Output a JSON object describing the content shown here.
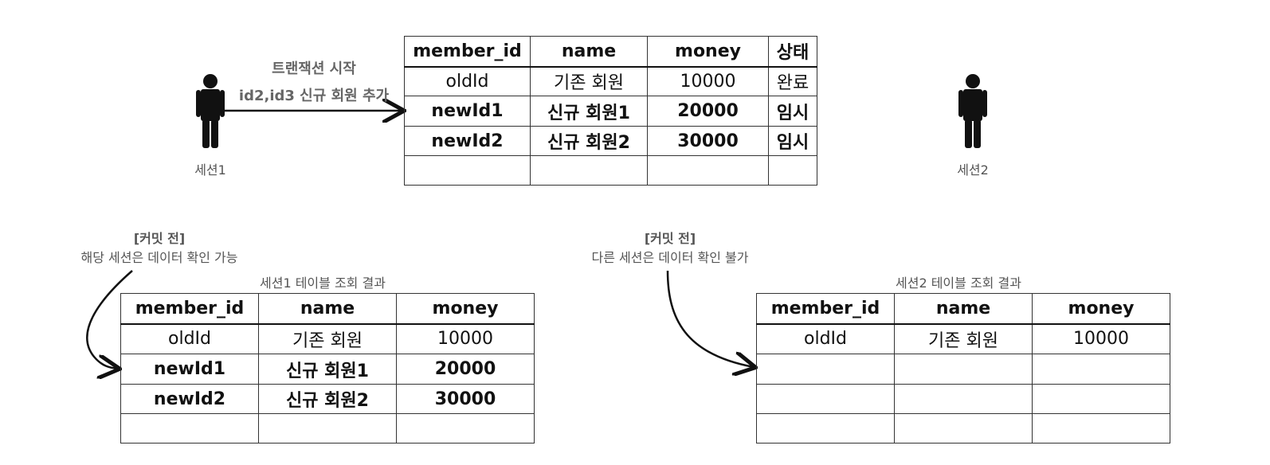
{
  "session1": {
    "label": "세션1",
    "action_line1": "트랜잭션 시작",
    "action_line2": "id2,id3 신규 회원 추가"
  },
  "session2": {
    "label": "세션2"
  },
  "main_table": {
    "headers": [
      "member_id",
      "name",
      "money",
      "상태"
    ],
    "rows": [
      [
        "oldId",
        "기존 회원",
        "10000",
        "완료"
      ],
      [
        "newId1",
        "신규 회원1",
        "20000",
        "임시"
      ],
      [
        "newId2",
        "신규 회원2",
        "30000",
        "임시"
      ],
      [
        "",
        "",
        "",
        ""
      ]
    ]
  },
  "left_note": {
    "title": "[커밋 전]",
    "text": "해당 세션은 데이터 확인 가능"
  },
  "right_note": {
    "title": "[커밋 전]",
    "text": "다른 세션은 데이터 확인 불가"
  },
  "session1_result": {
    "caption": "세션1 테이블 조회 결과",
    "headers": [
      "member_id",
      "name",
      "money"
    ],
    "rows": [
      [
        "oldId",
        "기존 회원",
        "10000"
      ],
      [
        "newId1",
        "신규 회원1",
        "20000"
      ],
      [
        "newId2",
        "신규 회원2",
        "30000"
      ],
      [
        "",
        "",
        ""
      ]
    ]
  },
  "session2_result": {
    "caption": "세션2 테이블 조회 결과",
    "headers": [
      "member_id",
      "name",
      "money"
    ],
    "rows": [
      [
        "oldId",
        "기존 회원",
        "10000"
      ],
      [
        "",
        "",
        ""
      ],
      [
        "",
        "",
        ""
      ],
      [
        "",
        "",
        ""
      ]
    ]
  }
}
